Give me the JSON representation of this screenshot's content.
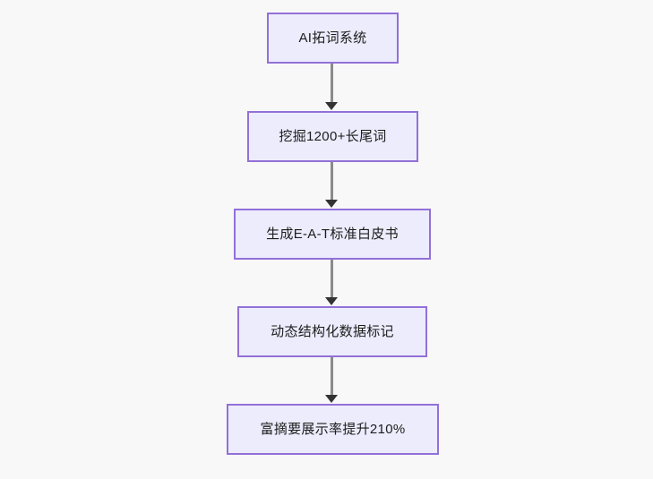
{
  "diagram": {
    "type": "flowchart",
    "direction": "top-to-bottom",
    "background_color": "#f8f8f8",
    "node_fill_color": "#ececfd",
    "node_border_color": "#9370d8",
    "node_text_color": "#1c1c1c",
    "edge_color": "#8b8b8b",
    "arrowhead_color": "#333333",
    "nodes": [
      {
        "id": "n1",
        "label": "AI拓词系统"
      },
      {
        "id": "n2",
        "label": "挖掘1200+长尾词"
      },
      {
        "id": "n3",
        "label": "生成E-A-T标准白皮书"
      },
      {
        "id": "n4",
        "label": "动态结构化数据标记"
      },
      {
        "id": "n5",
        "label": "富摘要展示率提升210%"
      }
    ],
    "edges": [
      {
        "from": "n1",
        "to": "n2",
        "style": "solid-arrow"
      },
      {
        "from": "n2",
        "to": "n3",
        "style": "solid-arrow"
      },
      {
        "from": "n3",
        "to": "n4",
        "style": "solid-arrow"
      },
      {
        "from": "n4",
        "to": "n5",
        "style": "solid-arrow"
      }
    ]
  }
}
